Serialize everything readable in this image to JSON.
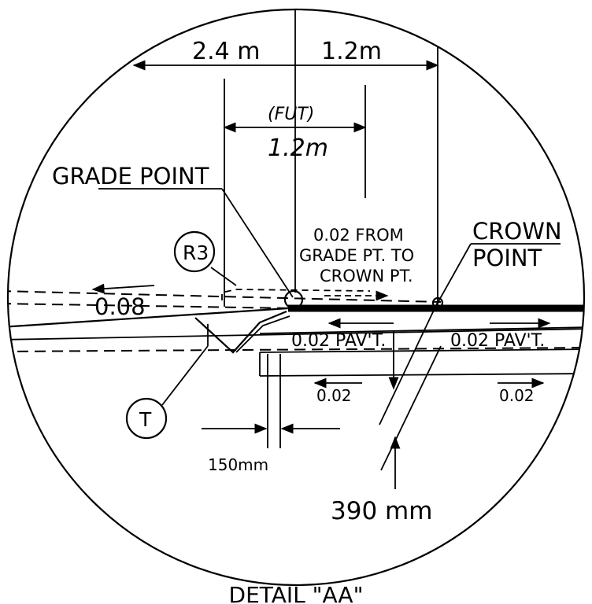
{
  "dimensions": {
    "top_left": "2.4 m",
    "top_right": "1.2m",
    "future_label": "(FUT)",
    "future_width": "1.2m",
    "curb_offset": "150mm",
    "depth": "390 mm"
  },
  "labels": {
    "grade_point": "GRADE POINT",
    "crown_point_line1": "CROWN",
    "crown_point_line2": "POINT",
    "note_line1": "0.02 FROM",
    "note_line2": "GRADE PT. TO",
    "note_line3": "CROWN PT.",
    "callout_r3": "R3",
    "callout_t": "T"
  },
  "slopes": {
    "shoulder": "0.08",
    "pavement_left": "0.02 PAV'T.",
    "pavement_right": "0.02 PAV'T.",
    "base_left": "0.02",
    "base_right": "0.02"
  },
  "title": "DETAIL \"AA\""
}
